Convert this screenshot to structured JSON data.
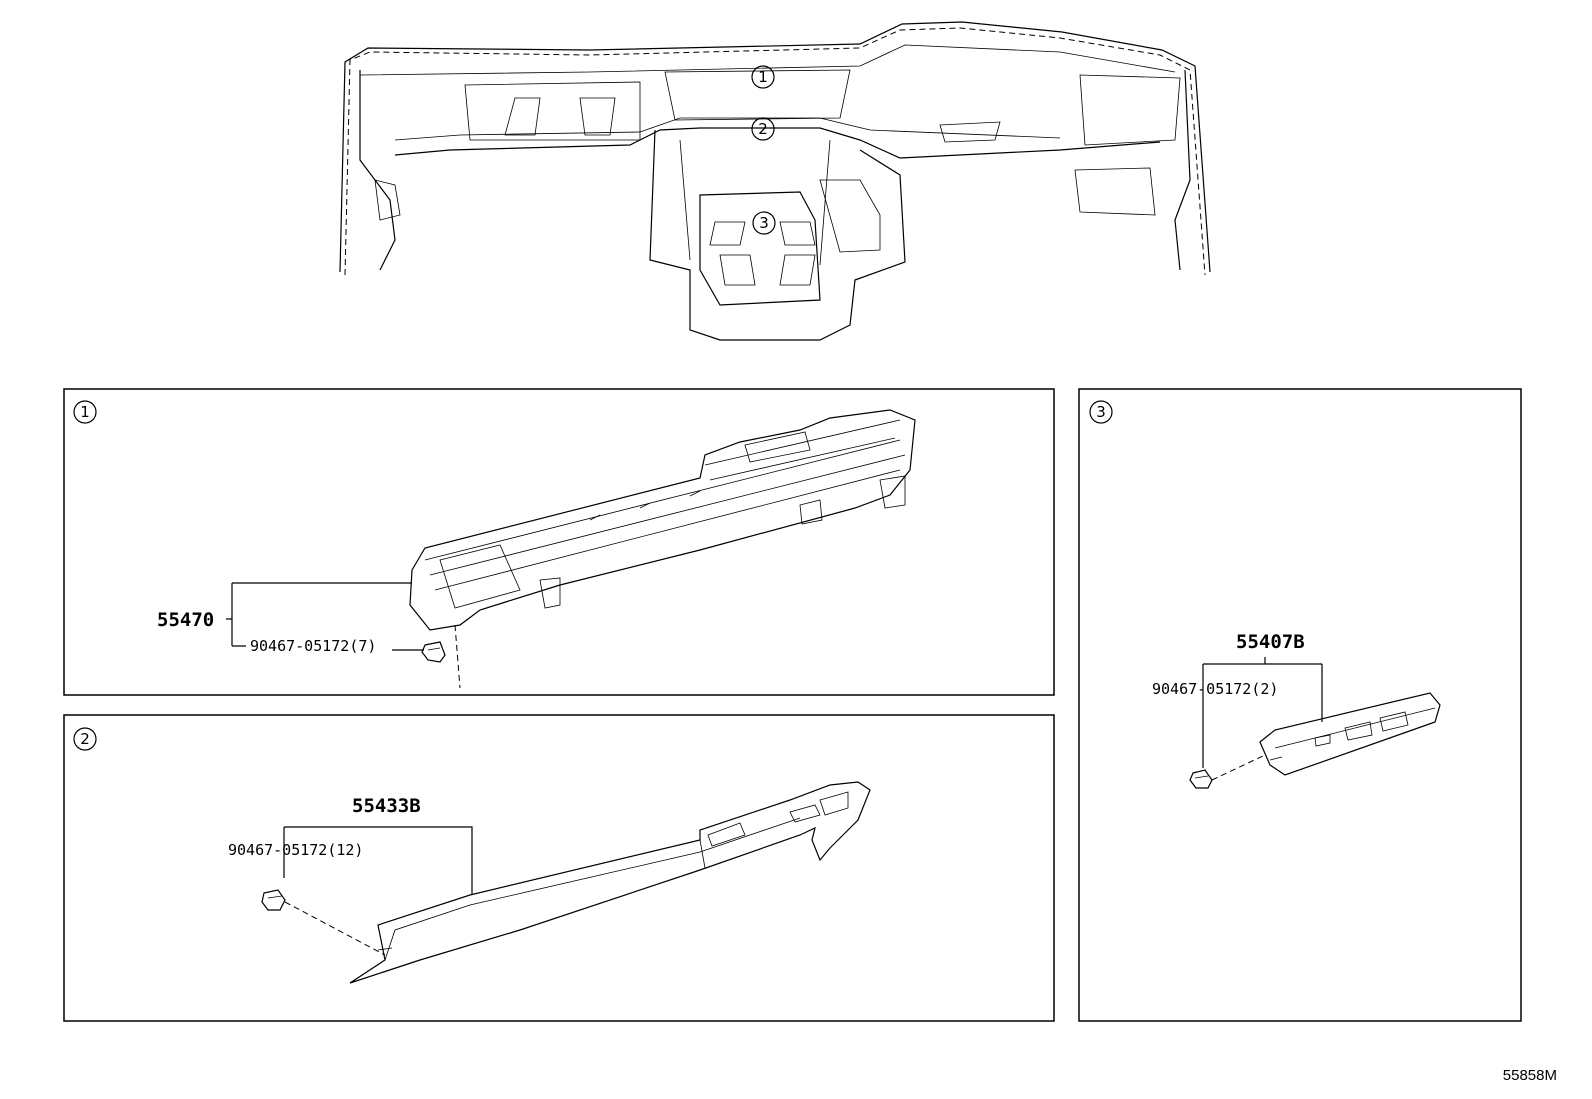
{
  "overview": {
    "callouts": [
      {
        "id": "1",
        "label": "1"
      },
      {
        "id": "2",
        "label": "2"
      },
      {
        "id": "3",
        "label": "3"
      }
    ]
  },
  "panels": [
    {
      "id": "1",
      "callout": "1",
      "part_number": "55470",
      "clip_label": "90467-05172(7)"
    },
    {
      "id": "2",
      "callout": "2",
      "part_number": "55433B",
      "clip_label": "90467-05172(12)"
    },
    {
      "id": "3",
      "callout": "3",
      "part_number": "55407B",
      "clip_label": "90467-05172(2)"
    }
  ],
  "figure_code": "55858M"
}
